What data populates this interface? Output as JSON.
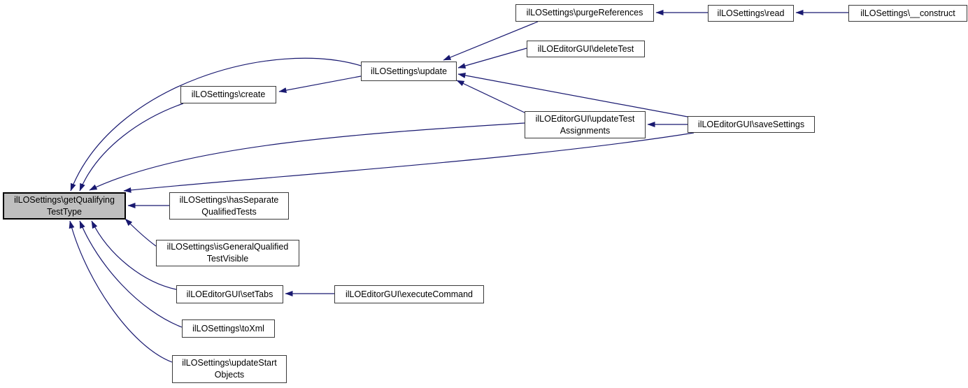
{
  "diagram": {
    "type": "caller-graph",
    "background": "#ffffff",
    "edge_color": "#191970",
    "node_border_color": "#3a3a3a",
    "highlight_fill": "#bfbfbf",
    "nodes": [
      {
        "id": "getQualifyingTestType",
        "label": "ilLOSettings\\getQualifying\nTestType",
        "highlighted": true
      },
      {
        "id": "purgeReferences",
        "label": "ilLOSettings\\purgeReferences",
        "highlighted": false
      },
      {
        "id": "read",
        "label": "ilLOSettings\\read",
        "highlighted": false
      },
      {
        "id": "construct",
        "label": "ilLOSettings\\__construct",
        "highlighted": false
      },
      {
        "id": "deleteTest",
        "label": "ilLOEditorGUI\\deleteTest",
        "highlighted": false
      },
      {
        "id": "update",
        "label": "ilLOSettings\\update",
        "highlighted": false
      },
      {
        "id": "create",
        "label": "ilLOSettings\\create",
        "highlighted": false
      },
      {
        "id": "updateTestAssignments",
        "label": "ilLOEditorGUI\\updateTest\nAssignments",
        "highlighted": false
      },
      {
        "id": "saveSettings",
        "label": "ilLOEditorGUI\\saveSettings",
        "highlighted": false
      },
      {
        "id": "hasSeparateQualifiedTests",
        "label": "ilLOSettings\\hasSeparate\nQualifiedTests",
        "highlighted": false
      },
      {
        "id": "isGeneralQualifiedTestVisible",
        "label": "ilLOSettings\\isGeneralQualified\nTestVisible",
        "highlighted": false
      },
      {
        "id": "setTabs",
        "label": "ilLOEditorGUI\\setTabs",
        "highlighted": false
      },
      {
        "id": "executeCommand",
        "label": "ilLOEditorGUI\\executeCommand",
        "highlighted": false
      },
      {
        "id": "toXml",
        "label": "ilLOSettings\\toXml",
        "highlighted": false
      },
      {
        "id": "updateStartObjects",
        "label": "ilLOSettings\\updateStart\nObjects",
        "highlighted": false
      }
    ],
    "edges": [
      {
        "from": "update",
        "to": "getQualifyingTestType"
      },
      {
        "from": "create",
        "to": "getQualifyingTestType"
      },
      {
        "from": "updateTestAssignments",
        "to": "getQualifyingTestType"
      },
      {
        "from": "saveSettings",
        "to": "getQualifyingTestType"
      },
      {
        "from": "hasSeparateQualifiedTests",
        "to": "getQualifyingTestType"
      },
      {
        "from": "isGeneralQualifiedTestVisible",
        "to": "getQualifyingTestType"
      },
      {
        "from": "setTabs",
        "to": "getQualifyingTestType"
      },
      {
        "from": "toXml",
        "to": "getQualifyingTestType"
      },
      {
        "from": "updateStartObjects",
        "to": "getQualifyingTestType"
      },
      {
        "from": "purgeReferences",
        "to": "update"
      },
      {
        "from": "deleteTest",
        "to": "update"
      },
      {
        "from": "saveSettings",
        "to": "update"
      },
      {
        "from": "updateTestAssignments",
        "to": "update"
      },
      {
        "from": "update",
        "to": "create"
      },
      {
        "from": "read",
        "to": "purgeReferences"
      },
      {
        "from": "construct",
        "to": "read"
      },
      {
        "from": "saveSettings",
        "to": "updateTestAssignments"
      },
      {
        "from": "executeCommand",
        "to": "setTabs"
      }
    ]
  }
}
